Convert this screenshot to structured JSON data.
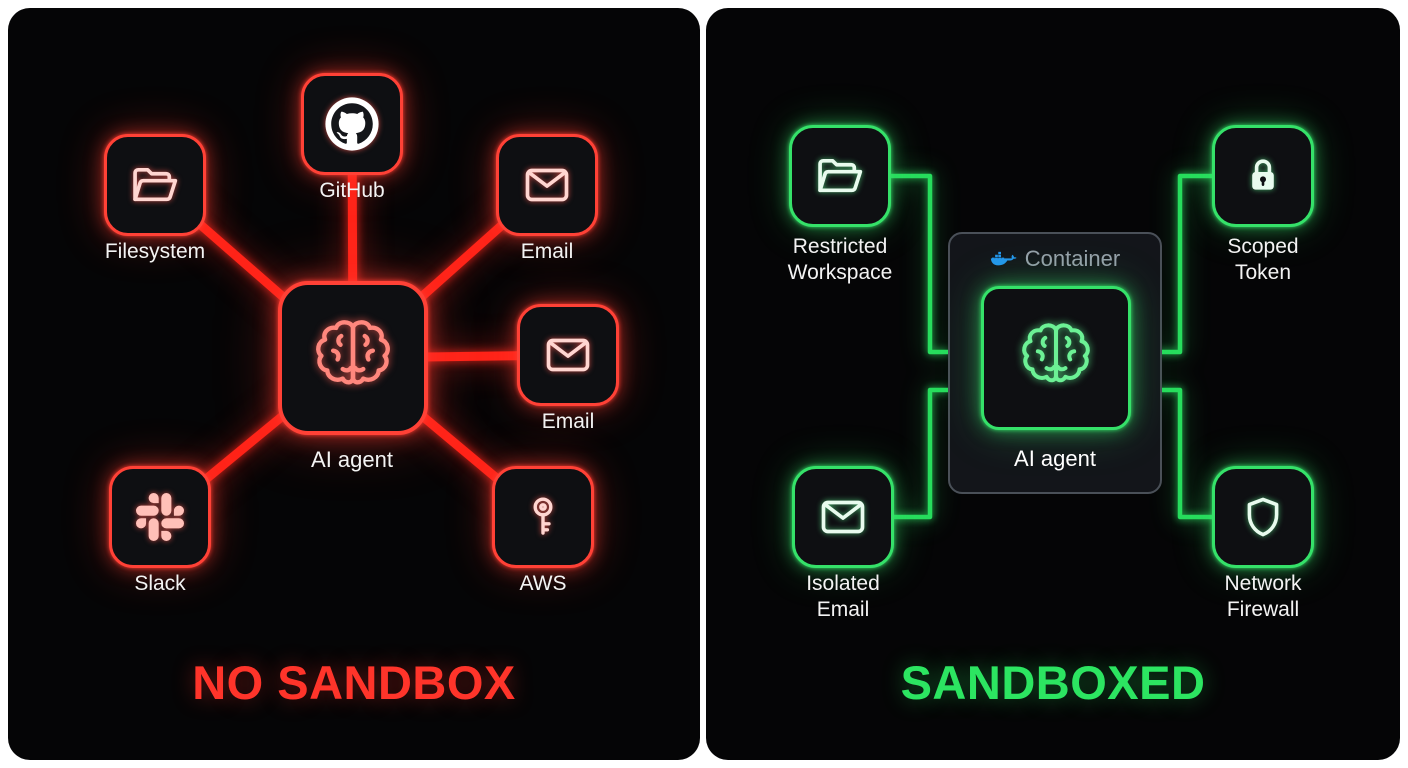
{
  "left_panel": {
    "title": "NO SANDBOX",
    "accent_color": "#ff3b30",
    "agent": {
      "label": "AI agent",
      "icon": "brain-icon"
    },
    "nodes": [
      {
        "label": "Filesystem",
        "icon": "folder-icon"
      },
      {
        "label": "GitHub",
        "icon": "github-icon"
      },
      {
        "label": "Email",
        "icon": "email-icon"
      },
      {
        "label": "Email",
        "icon": "email-icon"
      },
      {
        "label": "Slack",
        "icon": "slack-icon"
      },
      {
        "label": "AWS",
        "icon": "key-icon"
      }
    ]
  },
  "right_panel": {
    "title": "SANDBOXED",
    "accent_color": "#2ee563",
    "container": {
      "label": "Container",
      "icon": "docker-icon"
    },
    "agent": {
      "label": "AI agent",
      "icon": "brain-icon"
    },
    "nodes": [
      {
        "label": "Restricted Workspace",
        "icon": "folder-icon"
      },
      {
        "label": "Scoped Token",
        "icon": "lock-icon"
      },
      {
        "label": "Isolated Email",
        "icon": "email-icon"
      },
      {
        "label": "Network Firewall",
        "icon": "shield-icon"
      }
    ]
  },
  "colors": {
    "danger_line": "#ff2419",
    "safe_line": "#27dd5d",
    "docker_blue": "#2496ed"
  }
}
